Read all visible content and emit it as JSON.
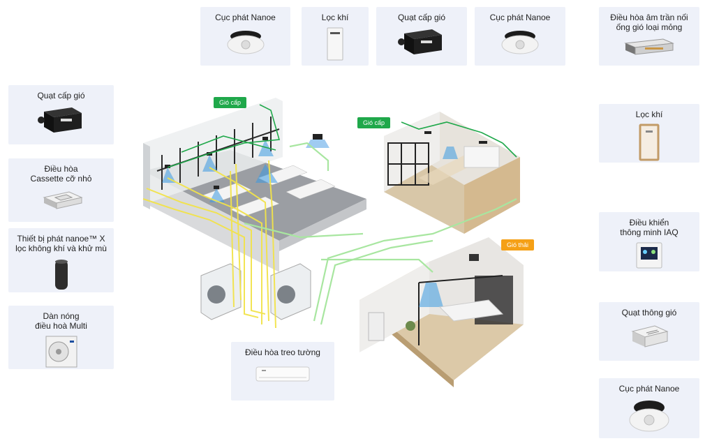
{
  "devices": {
    "top_nanoe_1": "Cục phát Nanoe",
    "top_air_purifier": "Lọc khí",
    "top_fresh_air_fan": "Quạt cấp gió",
    "top_nanoe_2": "Cục phát Nanoe",
    "right_ducted_ac": "Điều hòa âm trần nối\nống gió loại mỏng",
    "left_fresh_air_fan": "Quạt cấp gió",
    "left_cassette": "Điều hòa\nCassette cỡ nhỏ",
    "left_nanoe_x": "Thiết bị phát nanoe™ X\nlọc không khí và khử mù",
    "left_multi_outdoor": "Dàn nóng\nđiều hoà Multi",
    "right_air_purifier": "Lọc khí",
    "right_iaq_controller": "Điều khiển\nthông minh IAQ",
    "right_ventilation_fan": "Quạt thông gió",
    "right_nanoe": "Cục phát Nanoe",
    "bottom_wall_ac": "Điều hòa treo tường"
  },
  "flow_tags": {
    "supply_1": "Gió cấp",
    "supply_2": "Gió cấp",
    "exhaust": "Gió thải"
  },
  "colors": {
    "card_bg": "#eef1f9",
    "supply_green": "#1fa84a",
    "exhaust_orange": "#f5a016",
    "refrigerant_yellow": "#f2e34a",
    "airflow_light_green": "#a8e6a0"
  }
}
